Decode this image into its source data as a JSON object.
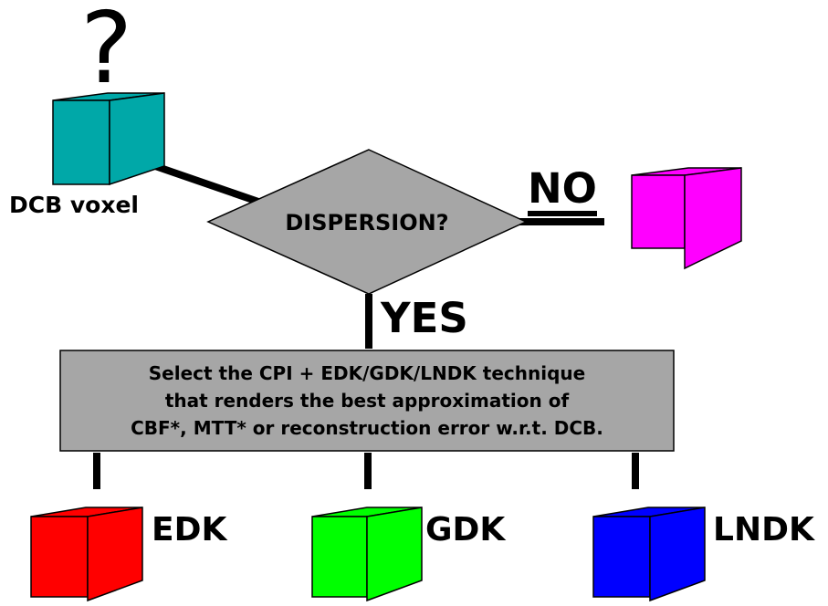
{
  "question_mark": "?",
  "input_voxel": {
    "label": "DCB voxel",
    "color": "#00a8a8"
  },
  "decision": {
    "label": "DISPERSION?",
    "color": "#a6a6a6"
  },
  "branch_no": {
    "label": "NO",
    "cube_color": "#ff00ff"
  },
  "branch_yes": {
    "label": "YES"
  },
  "process": {
    "color": "#a6a6a6",
    "lines": [
      "Select the CPI + EDK/GDK/LNDK technique",
      "that renders the best approximation of",
      "CBF*, MTT* or reconstruction error w.r.t. DCB."
    ]
  },
  "outputs": [
    {
      "label": "EDK",
      "color": "#ff0000"
    },
    {
      "label": "GDK",
      "color": "#00ff00"
    },
    {
      "label": "LNDK",
      "color": "#0000ff"
    }
  ]
}
